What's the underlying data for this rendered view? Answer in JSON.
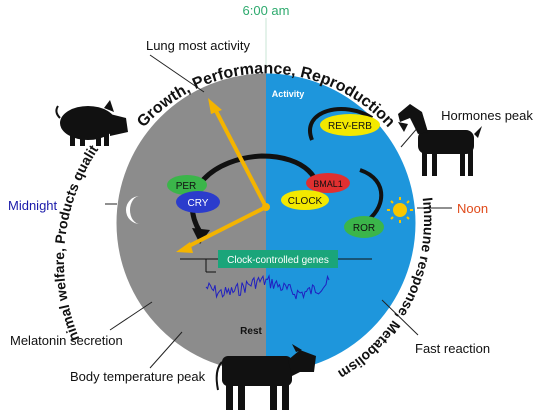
{
  "labels": {
    "time_morning": "6:00 am",
    "lung": "Lung most activity",
    "hormones": "Hormones peak",
    "midnight": "Midnight",
    "noon": "Noon",
    "melatonin": "Melatonin secretion",
    "fast_reaction": "Fast reaction",
    "body_temp": "Body temperature peak"
  },
  "arc_texts": {
    "top": "Growth, Performance, Reproduction",
    "left": "Animal welfare, Products quality",
    "right": "Immune response, Metabolism"
  },
  "clock": {
    "activity": "Activity",
    "rest": "Rest",
    "genes_box": "Clock-controlled genes",
    "per": "PER",
    "cry": "CRY",
    "rev_erb": "REV-ERB",
    "bmal1": "BMAL1",
    "clock": "CLOCK",
    "ror": "ROR"
  },
  "colors": {
    "night_half": "#8c8c8c",
    "day_half": "#1e96dc",
    "morning_text": "#2eaa6e",
    "midnight_text": "#1a1aaa",
    "noon_text": "#e04a1a",
    "hands": "#f4b400",
    "genes_box": "#1aa57a",
    "wave": "#2020c0"
  },
  "icons": [
    "pig-icon",
    "goat-icon",
    "cow-icon",
    "moon-icon",
    "sun-icon"
  ]
}
